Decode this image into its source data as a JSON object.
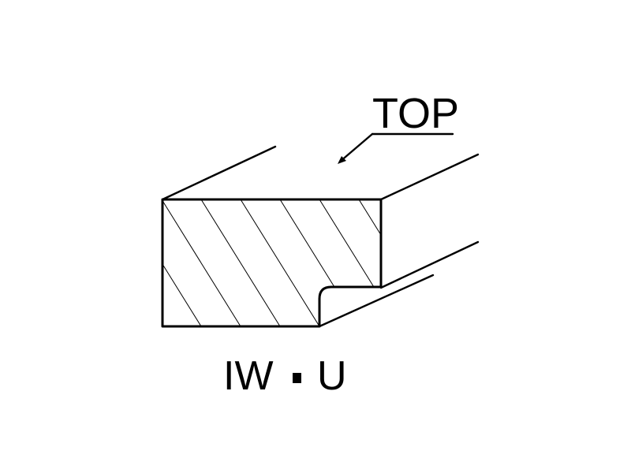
{
  "diagram": {
    "top_label": "TOP",
    "part_label_left": "IW",
    "part_label_right": "U",
    "separator_glyph": "square-bullet",
    "line_color": "#000000",
    "background_color": "#ffffff"
  }
}
